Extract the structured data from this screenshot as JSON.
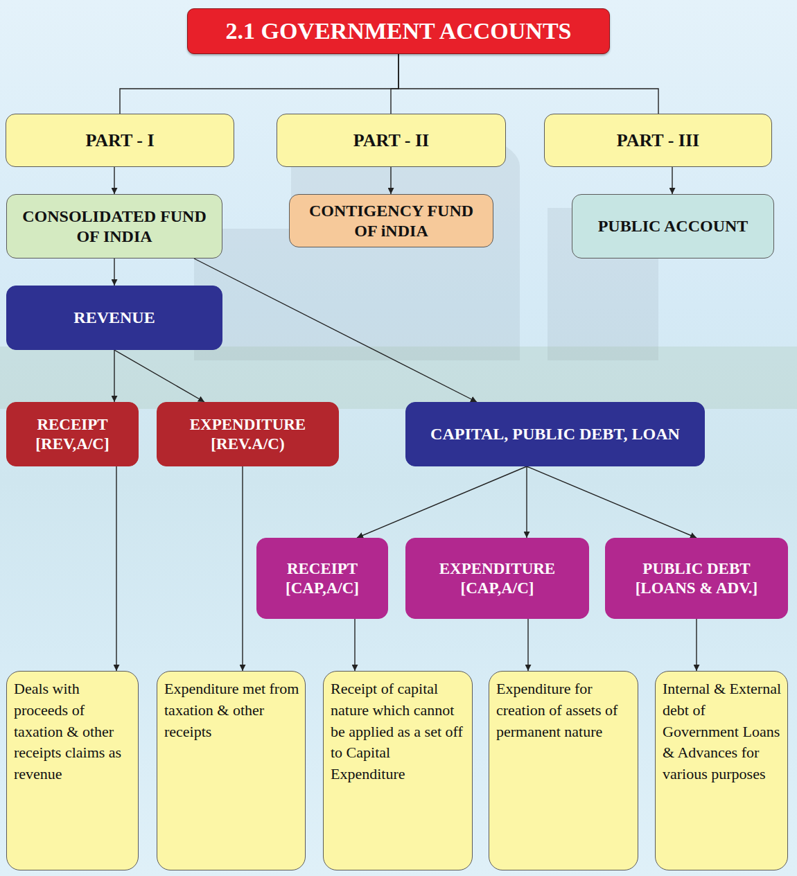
{
  "diagram": {
    "nodes": [
      {
        "text": [
          "2.1 GOVERNMENT ACCOUNTS"
        ]
      },
      {
        "text": [
          "PART - I"
        ]
      },
      {
        "text": [
          "PART - II"
        ]
      },
      {
        "text": [
          "PART - III"
        ]
      },
      {
        "text": [
          "CONSOLIDATED FUND OF INDIA"
        ]
      },
      {
        "text": [
          "CONTIGENCY FUND OF iNDIA"
        ]
      },
      {
        "text": [
          "PUBLIC ACCOUNT"
        ]
      },
      {
        "text": [
          "REVENUE"
        ]
      },
      {
        "text": [
          "RECEIPT [REV,A/C]"
        ]
      },
      {
        "text": [
          "EXPENDITURE [REV.A/C)"
        ]
      },
      {
        "text": [
          "CAPITAL, PUBLIC DEBT, LOAN"
        ]
      },
      {
        "text": [
          "RECEIPT [CAP,A/C]"
        ]
      },
      {
        "text": [
          "EXPENDITURE [CAP,A/C]"
        ]
      },
      {
        "text": [
          "PUBLIC DEBT [LOANS & ADV.]"
        ]
      },
      {
        "text": [
          "Deals with proceeds of taxation & other receipts claims as revenue"
        ]
      },
      {
        "text": [
          "Expenditure met from taxation & other receipts"
        ]
      },
      {
        "text": [
          "Receipt of capital nature which cannot be applied as a set off to Capital Expenditure"
        ]
      },
      {
        "text": [
          "Expenditure for creation of assets of permanent nature"
        ]
      },
      {
        "text": [
          "Internal & External debt of Government Loans & Advances for various purposes"
        ]
      }
    ],
    "edges": [
      {
        "from": 0,
        "to": 1,
        "arrow": "none"
      },
      {
        "from": 0,
        "to": 2,
        "arrow": "none"
      },
      {
        "from": 0,
        "to": 3,
        "arrow": "none"
      },
      {
        "from": 1,
        "to": 4,
        "arrow": "to"
      },
      {
        "from": 2,
        "to": 5,
        "arrow": "to"
      },
      {
        "from": 3,
        "to": 6,
        "arrow": "to"
      },
      {
        "from": 4,
        "to": 7,
        "arrow": "to"
      },
      {
        "from": 4,
        "to": 10,
        "arrow": "to"
      },
      {
        "from": 7,
        "to": 8,
        "arrow": "to"
      },
      {
        "from": 7,
        "to": 9,
        "arrow": "to"
      },
      {
        "from": 10,
        "to": 11,
        "arrow": "to"
      },
      {
        "from": 10,
        "to": 12,
        "arrow": "to"
      },
      {
        "from": 10,
        "to": 13,
        "arrow": "to"
      },
      {
        "from": 8,
        "to": 14,
        "arrow": "to"
      },
      {
        "from": 9,
        "to": 15,
        "arrow": "to"
      },
      {
        "from": 11,
        "to": 16,
        "arrow": "to"
      },
      {
        "from": 12,
        "to": 17,
        "arrow": "to"
      },
      {
        "from": 13,
        "to": 18,
        "arrow": "to"
      }
    ]
  }
}
